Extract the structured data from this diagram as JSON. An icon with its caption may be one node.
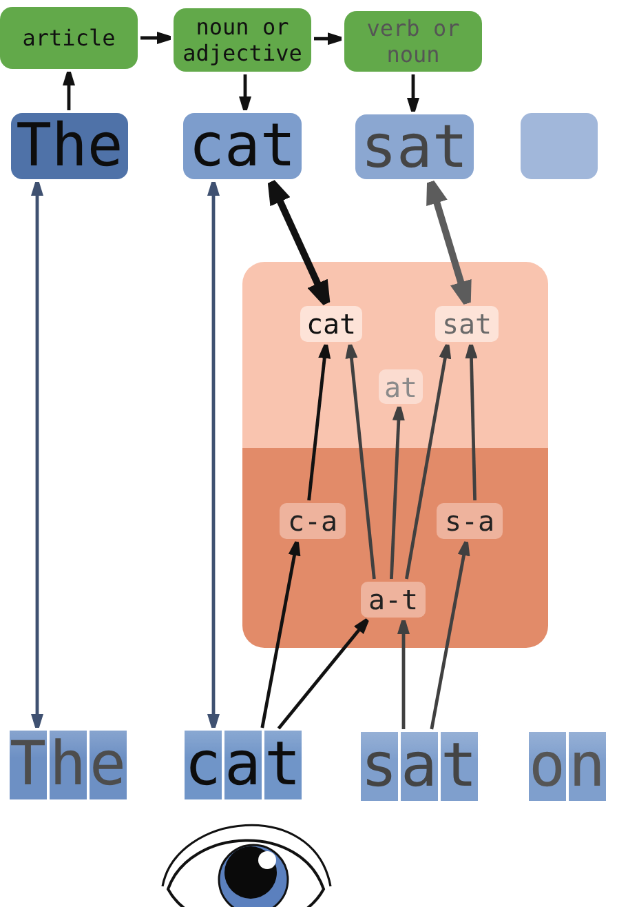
{
  "diagram": {
    "nodes": [
      {
        "text": [
          "article"
        ]
      },
      {
        "text": [
          "noun or adjective"
        ]
      },
      {
        "text": [
          "verb or noun"
        ]
      },
      {
        "text": [
          "The"
        ]
      },
      {
        "text": [
          "cat"
        ]
      },
      {
        "text": [
          "sat"
        ]
      },
      {
        "text": [],
        "shape": "box"
      },
      {
        "text": [],
        "shape": "box"
      },
      {
        "text": [],
        "shape": "box"
      },
      {
        "text": [
          "cat"
        ],
        "in": 7
      },
      {
        "text": [
          "sat"
        ],
        "in": 7
      },
      {
        "text": [
          "at"
        ],
        "in": 7
      },
      {
        "text": [
          "c-a"
        ],
        "in": 8
      },
      {
        "text": [
          "s-a"
        ],
        "in": 8
      },
      {
        "text": [
          "a-t"
        ],
        "in": 8
      },
      {
        "text": [
          "The"
        ]
      },
      {
        "text": [
          "cat"
        ]
      },
      {
        "text": [
          "sat"
        ]
      },
      {
        "text": [
          "on"
        ]
      }
    ],
    "edges": [
      {
        "from": 3,
        "to": 0,
        "arrow": "to"
      },
      {
        "from": 0,
        "to": 1,
        "arrow": "to"
      },
      {
        "from": 1,
        "to": 2,
        "arrow": "to"
      },
      {
        "from": 1,
        "to": 4,
        "arrow": "to"
      },
      {
        "from": 2,
        "to": 5,
        "arrow": "to"
      },
      {
        "from": 3,
        "to": 15,
        "arrow": "both",
        "color": "#3f5171"
      },
      {
        "from": 4,
        "to": 16,
        "arrow": "both",
        "color": "#3f5171"
      },
      {
        "from": 4,
        "to": 9,
        "arrow": "both",
        "style": "thick"
      },
      {
        "from": 5,
        "to": 10,
        "arrow": "both",
        "style": "thick",
        "color": "#5c5c5c"
      },
      {
        "from": 16,
        "to": 12,
        "arrow": "to"
      },
      {
        "from": 16,
        "to": 14,
        "arrow": "to"
      },
      {
        "from": 17,
        "to": 14,
        "arrow": "to",
        "color": "#404040"
      },
      {
        "from": 17,
        "to": 13,
        "arrow": "to",
        "color": "#404040"
      },
      {
        "from": 12,
        "to": 9,
        "arrow": "to"
      },
      {
        "from": 14,
        "to": 9,
        "arrow": "to",
        "color": "#404040"
      },
      {
        "from": 14,
        "to": 11,
        "arrow": "to",
        "color": "#404040"
      },
      {
        "from": 14,
        "to": 10,
        "arrow": "to",
        "color": "#404040"
      },
      {
        "from": 13,
        "to": 10,
        "arrow": "to",
        "color": "#404040"
      }
    ]
  }
}
